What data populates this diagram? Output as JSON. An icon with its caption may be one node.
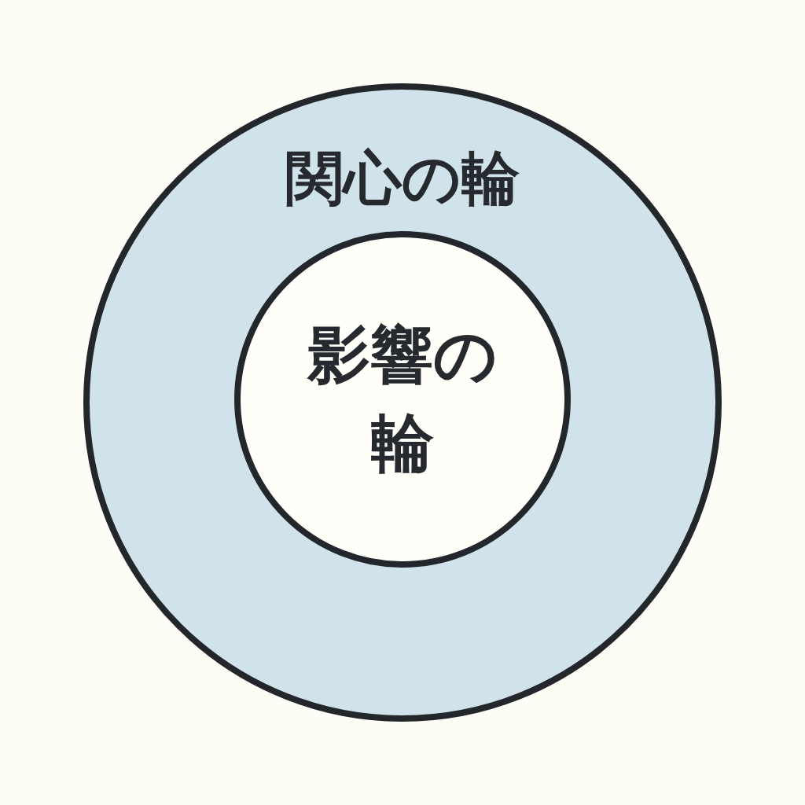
{
  "diagram": {
    "nodes": [
      {
        "text": [
          "関心の輪"
        ]
      },
      {
        "text": [
          "影響の輪"
        ],
        "in": 0
      }
    ]
  }
}
